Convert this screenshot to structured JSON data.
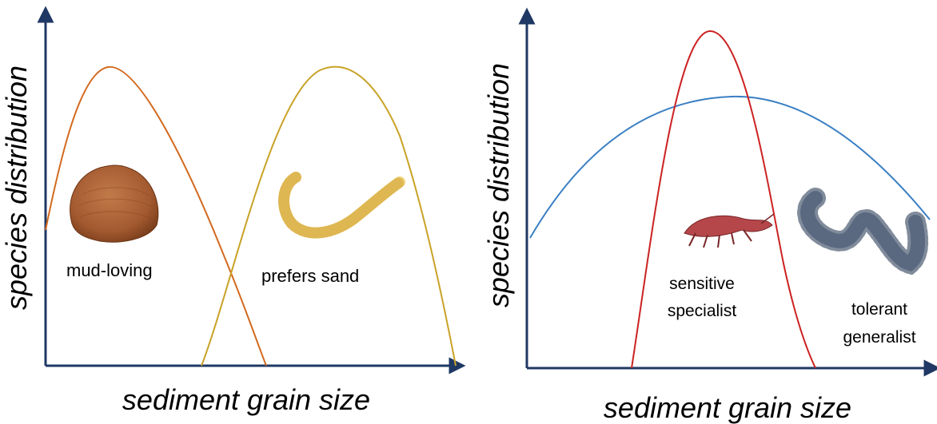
{
  "panels": [
    {
      "y_axis_title": "species distribution",
      "x_axis_title": "sediment grain size",
      "curves": [
        {
          "color": "#d2691e",
          "label": "mud-loving",
          "icon": "clam-icon"
        },
        {
          "color": "#c9a227",
          "label": "prefers sand",
          "icon": "sand-worm-icon"
        }
      ]
    },
    {
      "y_axis_title": "species distribution",
      "x_axis_title": "sediment grain size",
      "curves": [
        {
          "color": "#cc2222",
          "label_lines": [
            "sensitive",
            "specialist"
          ],
          "icon": "amphipod-icon"
        },
        {
          "color": "#3a7fc4",
          "label_lines": [
            "tolerant",
            "generalist"
          ],
          "icon": "polychaete-worm-icon"
        }
      ]
    }
  ],
  "colors": {
    "axis": "#1f3864"
  }
}
